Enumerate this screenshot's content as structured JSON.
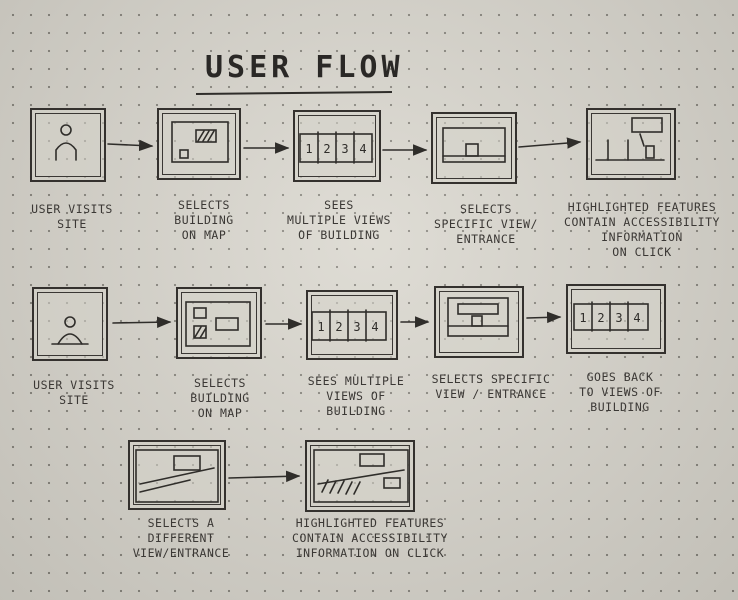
{
  "title": "USER FLOW",
  "steps": {
    "s1": "USER VISITS\nSITE",
    "s2": "SELECTS\nBUILDING\nON MAP",
    "s3": "SEES\nMULTIPLE VIEWS\nOF BUILDING",
    "s4": "SELECTS\nSPECIFIC VIEW/\nENTRANCE",
    "s5": "HIGHLIGHTED FEATURES\nCONTAIN ACCESSIBILITY\nINFORMATION\nON CLICK",
    "s6": "USER VISITS\nSITE",
    "s7": "SELECTS\nBUILDING\nON MAP",
    "s8": "SEES MULTIPLE\nVIEWS OF\nBUILDING",
    "s9": "SELECTS SPECIFIC\nVIEW / ENTRANCE",
    "s10": "GOES BACK\nTO VIEWS OF\nBUILDING",
    "s11": "SELECTS A\nDIFFERENT\nVIEW/ENTRANCE",
    "s12": "HIGHLIGHTED FEATURES\nCONTAIN ACCESSIBILITY\nINFORMATION ON CLICK"
  },
  "panel_numbers": [
    "1",
    "2",
    "3",
    "4"
  ]
}
